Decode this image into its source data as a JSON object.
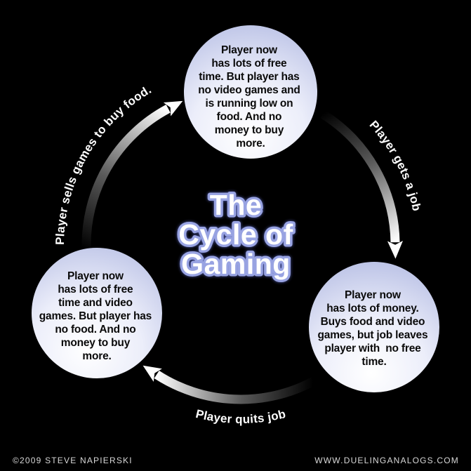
{
  "title": {
    "lines": [
      "The",
      "Cycle of",
      "Gaming"
    ]
  },
  "nodes": {
    "top": {
      "lines": [
        "Player now",
        "has lots of free",
        "time. But player has",
        "no video games and",
        "is running low on",
        "food. And no",
        "money to buy",
        "more."
      ]
    },
    "left": {
      "lines": [
        "Player now",
        "has lots of free",
        "time and video",
        "games. But player has",
        "no food. And no",
        "money to buy",
        "more."
      ]
    },
    "right": {
      "lines": [
        "Player now",
        "has lots of money.",
        "Buys food and video",
        "games, but job leaves",
        "player with  no free",
        "time."
      ]
    }
  },
  "arrows": {
    "sell_games": {
      "label": "Player sells games to buy food."
    },
    "get_job": {
      "label": "Player gets a job"
    },
    "quit_job": {
      "label": "Player quits job"
    }
  },
  "footer": {
    "copyright": "©2009 STEVE NAPIERSKI",
    "website": "WWW.DUELINGANALOGS.COM"
  },
  "colors": {
    "background": "#000000",
    "circle_edge": "#b2bae2",
    "circle_center": "#ffffff",
    "node_text": "#0a0a0a",
    "title_fill": "#ffffff",
    "title_outline": "#98a3e2",
    "arrow_label": "#ffffff",
    "footer_text": "#d8d8d8"
  }
}
